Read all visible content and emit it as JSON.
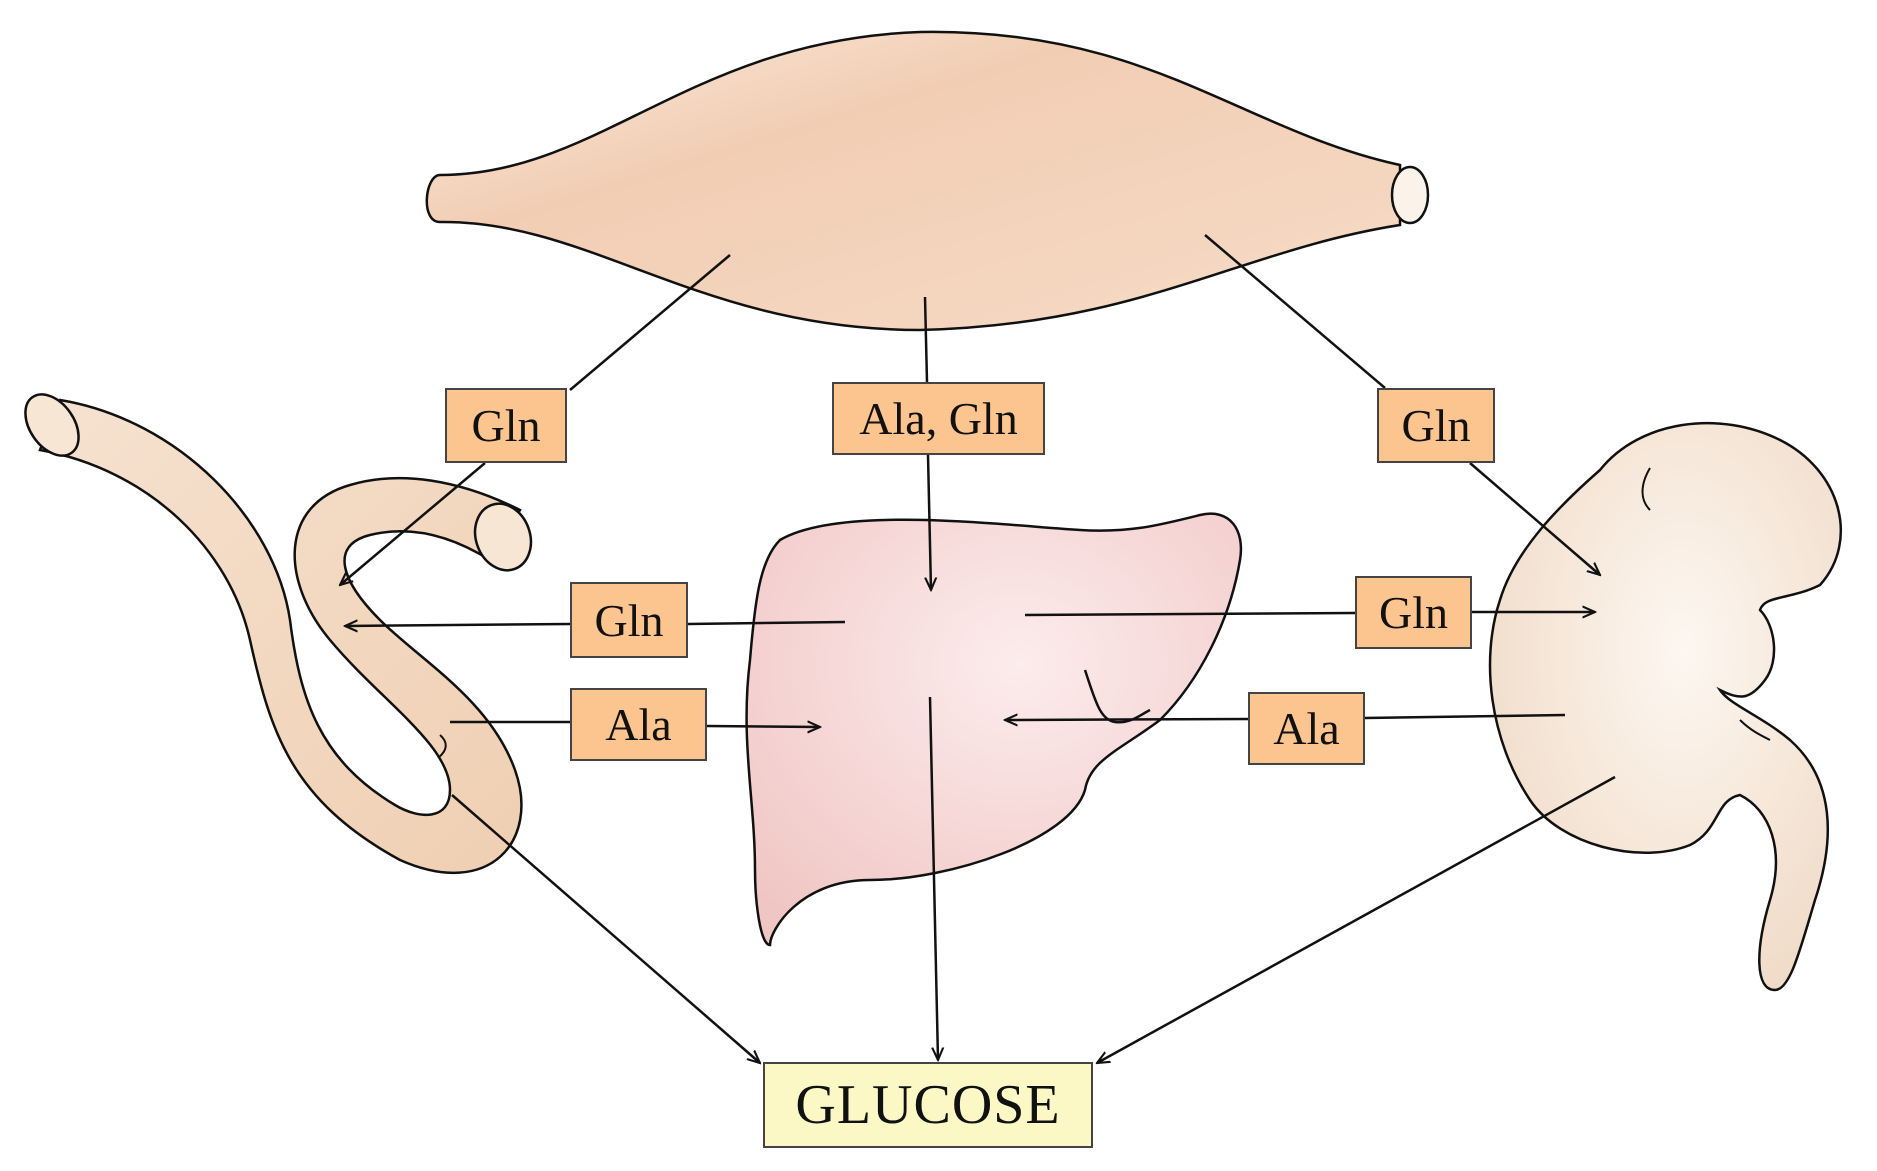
{
  "diagram": {
    "organs": {
      "muscle": "muscle-illustration",
      "intestine": "intestine-illustration",
      "liver": "liver-illustration",
      "kidney": "kidney-illustration"
    },
    "labels": {
      "muscle_to_intestine": "Gln",
      "muscle_to_liver": "Ala, Gln",
      "muscle_to_kidney": "Gln",
      "liver_to_intestine": "Gln",
      "intestine_to_liver": "Ala",
      "liver_to_kidney": "Gln",
      "kidney_to_liver": "Ala"
    },
    "output": "GLUCOSE",
    "colors": {
      "organ_fill": "#f2d3b8",
      "liver_fill": "#f5cfcf",
      "label_fill": "#fcc48f",
      "output_fill": "#fbf8c6",
      "stroke": "#111111"
    }
  }
}
